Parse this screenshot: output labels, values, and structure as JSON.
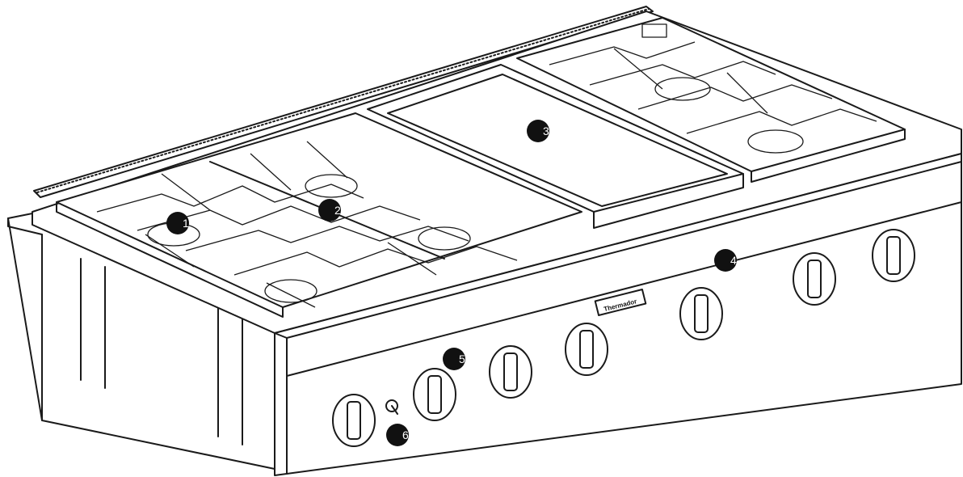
{
  "brand_label": "Thermador",
  "callouts": [
    {
      "id": "1",
      "label": "1"
    },
    {
      "id": "2",
      "label": "2"
    },
    {
      "id": "3",
      "label": "3"
    },
    {
      "id": "4",
      "label": "4"
    },
    {
      "id": "5",
      "label": "5"
    },
    {
      "id": "6",
      "label": "6"
    }
  ],
  "colors": {
    "line": "#1a1a1a",
    "callout_fill": "#111111",
    "background": "#ffffff"
  }
}
